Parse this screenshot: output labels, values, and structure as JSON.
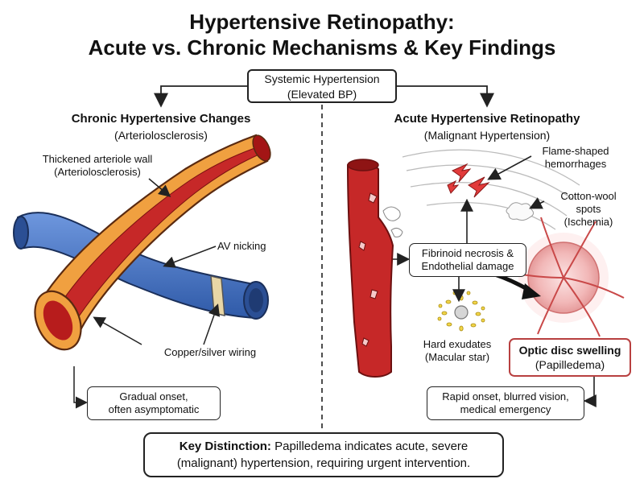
{
  "title": {
    "line1": "Hypertensive Retinopathy:",
    "line2": "Acute vs. Chronic Mechanisms & Key Findings"
  },
  "root": {
    "line1": "Systemic Hypertension",
    "line2": "(Elevated BP)"
  },
  "chronic": {
    "heading": "Chronic Hypertensive Changes",
    "subheading": "(Arteriolosclerosis)",
    "labels": {
      "thickened_line1": "Thickened arteriole wall",
      "thickened_line2": "(Arteriolosclerosis)",
      "av_nicking": "AV nicking",
      "wiring": "Copper/silver wiring"
    },
    "outcome": {
      "line1": "Gradual onset,",
      "line2": "often asymptomatic"
    }
  },
  "acute": {
    "heading": "Acute Hypertensive Retinopathy",
    "subheading": "(Malignant Hypertension)",
    "labels": {
      "flame_line1": "Flame-shaped",
      "flame_line2": "hemorrhages",
      "cotton_line1": "Cotton-wool",
      "cotton_line2": "spots",
      "cotton_line3": "(Ischemia)",
      "exudates_line1": "Hard exudates",
      "exudates_line2": "(Macular star)"
    },
    "mechanism": {
      "line1": "Fibrinoid necrosis &",
      "line2": "Endothelial damage"
    },
    "optic": {
      "line1": "Optic disc swelling",
      "line2": "(Papilledema)"
    },
    "outcome": {
      "line1": "Rapid onset, blurred vision,",
      "line2": "medical emergency"
    }
  },
  "key": {
    "bold": "Key Distinction:",
    "text1": " Papilledema indicates acute, severe",
    "text2": "(malignant) hypertension, requiring urgent intervention."
  },
  "colors": {
    "artery": "#c62828",
    "artery_wall": "#f0a040",
    "vein": "#3f6fc0",
    "optic_border": "#b84040",
    "ink": "#222222"
  }
}
